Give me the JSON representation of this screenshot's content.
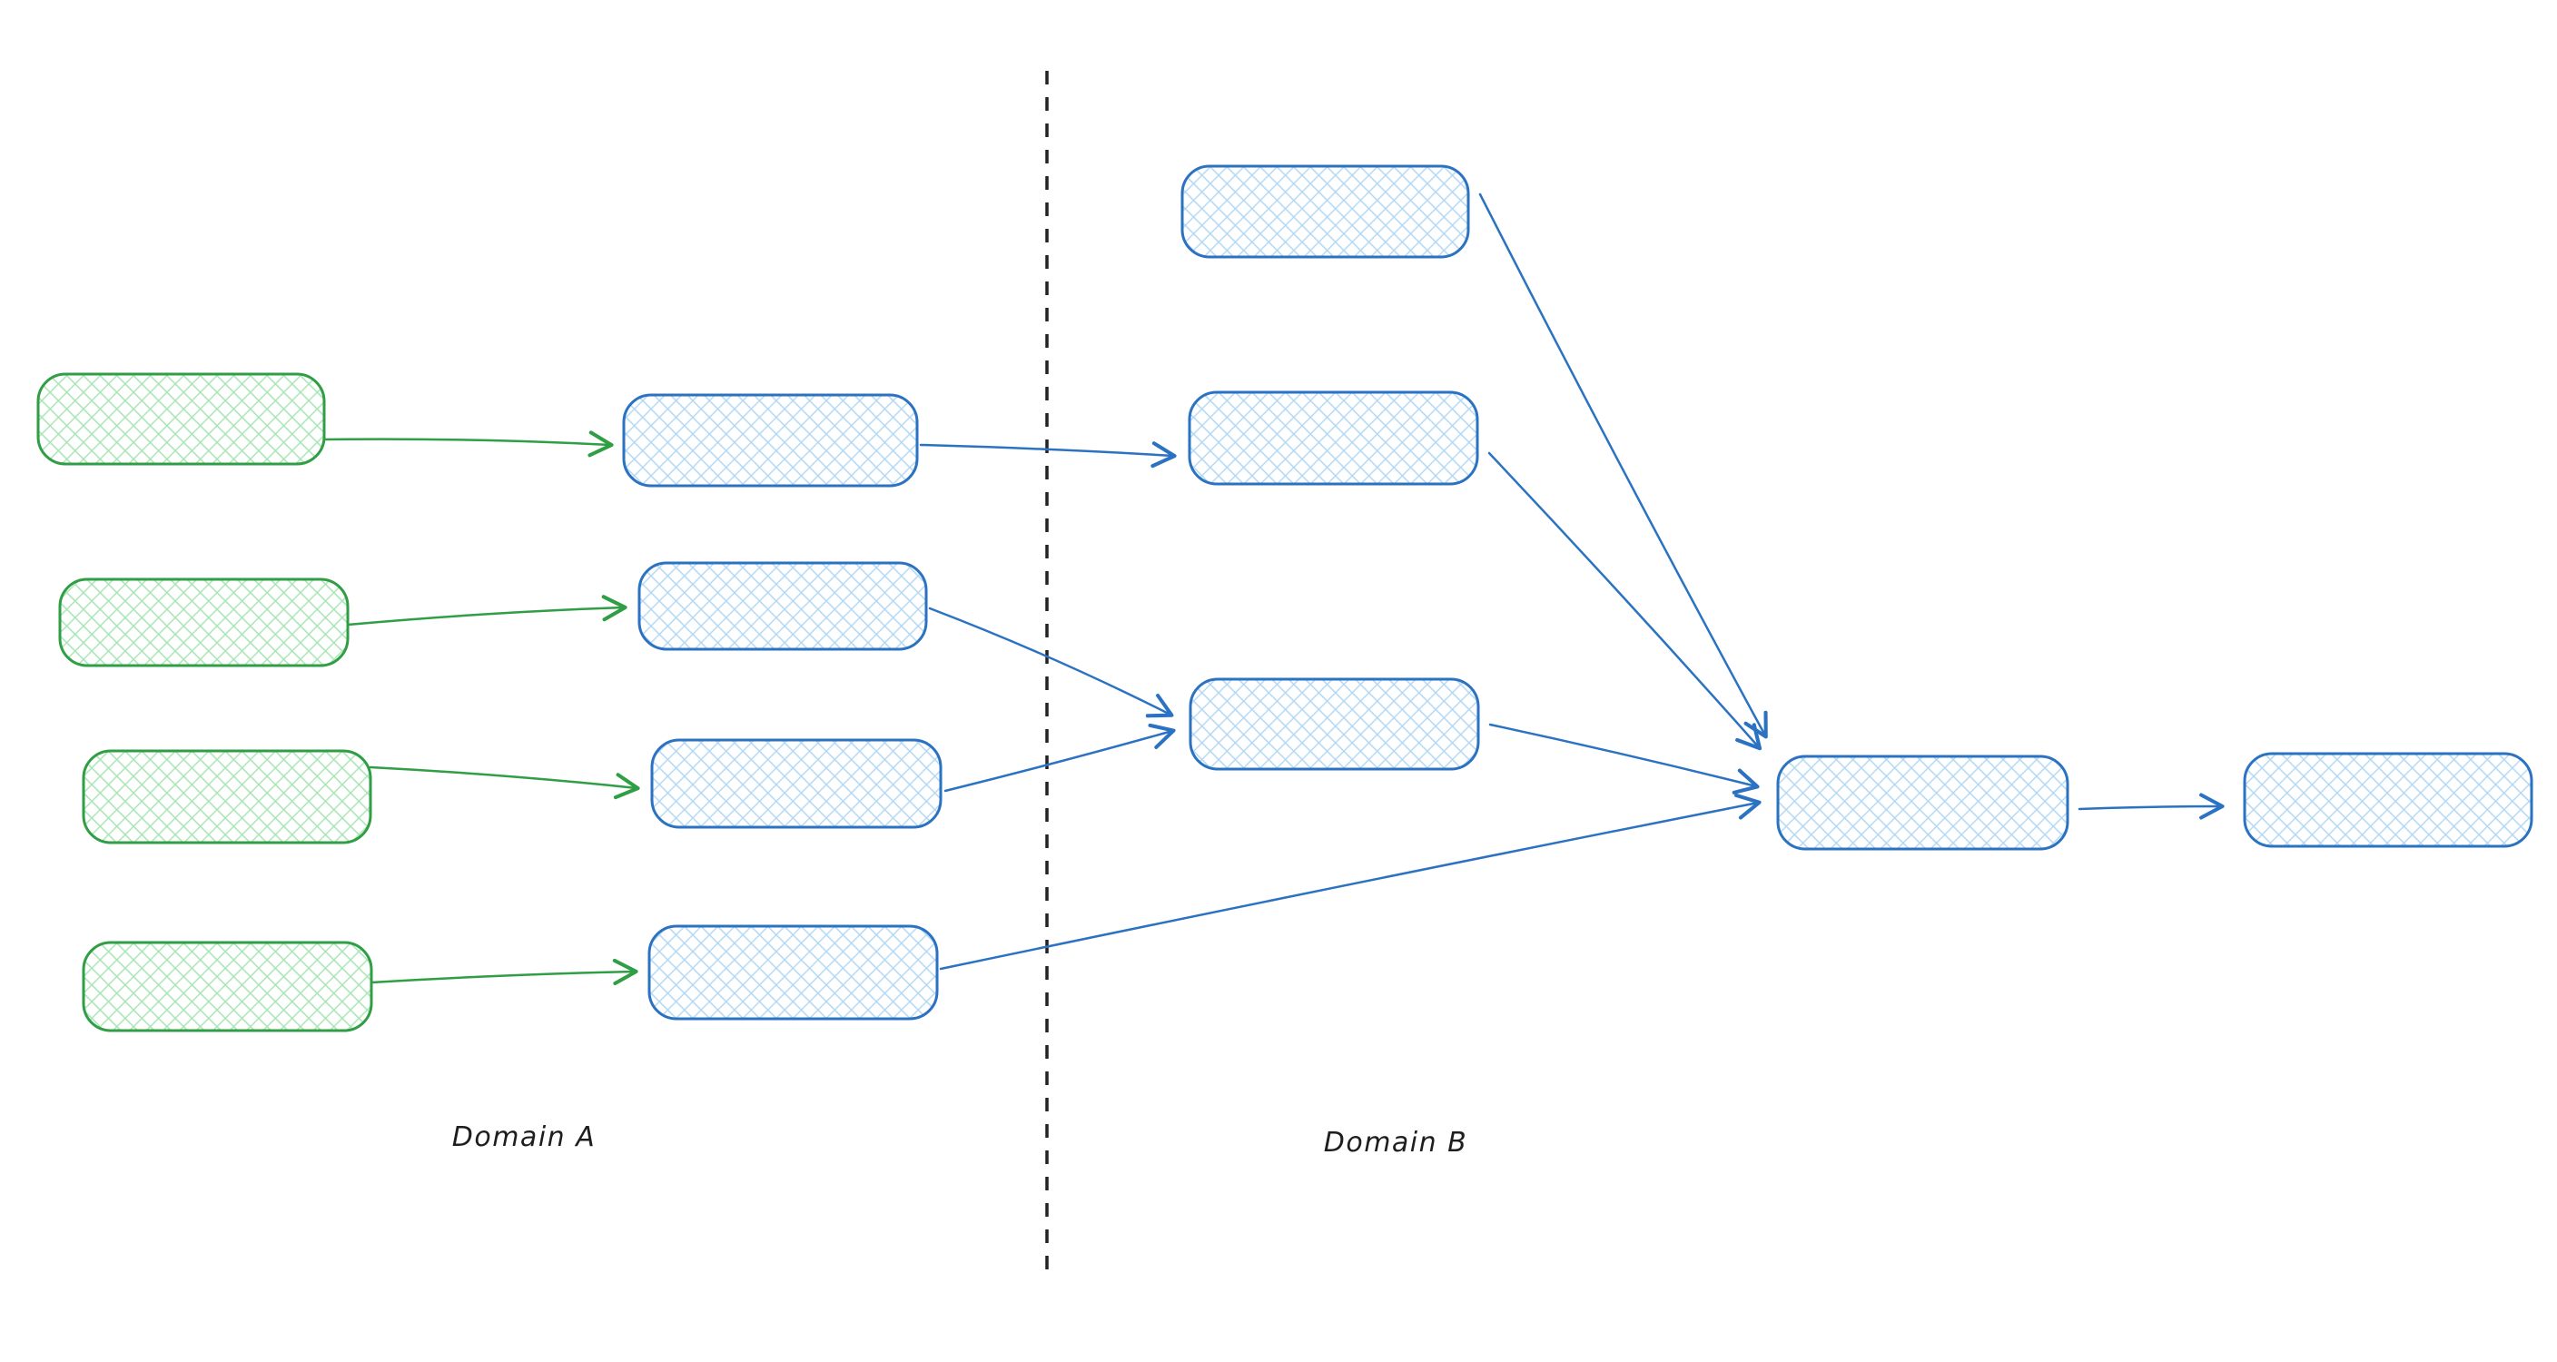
{
  "diagram": {
    "labels": {
      "domain_a": "Domain A",
      "domain_b": "Domain B"
    },
    "colors": {
      "background": "#ffffff",
      "green_stroke": "#2f9e44",
      "green_hatch": "#96dfa6",
      "blue_stroke": "#2b72c2",
      "blue_hatch": "#a9d3f2",
      "divider": "#222222",
      "label_text": "#1e1e1e"
    },
    "style": "hand-drawn sketch, cross-hatched rounded rectangles, open V arrowheads",
    "nodes": [
      {
        "id": "a-src-1",
        "domain": "A",
        "role": "source",
        "color": "green",
        "text": ""
      },
      {
        "id": "a-src-2",
        "domain": "A",
        "role": "source",
        "color": "green",
        "text": ""
      },
      {
        "id": "a-src-3",
        "domain": "A",
        "role": "source",
        "color": "green",
        "text": ""
      },
      {
        "id": "a-src-4",
        "domain": "A",
        "role": "source",
        "color": "green",
        "text": ""
      },
      {
        "id": "a-map-1",
        "domain": "A",
        "role": "intermediate",
        "color": "blue",
        "text": ""
      },
      {
        "id": "a-map-2",
        "domain": "A",
        "role": "intermediate",
        "color": "blue",
        "text": ""
      },
      {
        "id": "a-map-3",
        "domain": "A",
        "role": "intermediate",
        "color": "blue",
        "text": ""
      },
      {
        "id": "a-map-4",
        "domain": "A",
        "role": "intermediate",
        "color": "blue",
        "text": ""
      },
      {
        "id": "b-top",
        "domain": "B",
        "role": "input",
        "color": "blue",
        "text": ""
      },
      {
        "id": "b-mid",
        "domain": "B",
        "role": "input",
        "color": "blue",
        "text": ""
      },
      {
        "id": "b-low",
        "domain": "B",
        "role": "input",
        "color": "blue",
        "text": ""
      },
      {
        "id": "b-hub",
        "domain": "B",
        "role": "aggregator",
        "color": "blue",
        "text": ""
      },
      {
        "id": "b-out",
        "domain": "B",
        "role": "output",
        "color": "blue",
        "text": ""
      }
    ],
    "edges": [
      {
        "id": "a1-to-m1",
        "from": "a-src-1",
        "to": "a-map-1",
        "color": "green"
      },
      {
        "id": "a2-to-m2",
        "from": "a-src-2",
        "to": "a-map-2",
        "color": "green"
      },
      {
        "id": "a3-to-m3",
        "from": "a-src-3",
        "to": "a-map-3",
        "color": "green"
      },
      {
        "id": "a4-to-m4",
        "from": "a-src-4",
        "to": "a-map-4",
        "color": "green"
      },
      {
        "id": "m1-to-bmid",
        "from": "a-map-1",
        "to": "b-mid",
        "color": "blue"
      },
      {
        "id": "m2-to-blow",
        "from": "a-map-2",
        "to": "b-low",
        "color": "blue"
      },
      {
        "id": "m3-to-blow",
        "from": "a-map-3",
        "to": "b-low",
        "color": "blue"
      },
      {
        "id": "m4-to-hub",
        "from": "a-map-4",
        "to": "b-hub",
        "color": "blue"
      },
      {
        "id": "btop-to-hub",
        "from": "b-top",
        "to": "b-hub",
        "color": "blue"
      },
      {
        "id": "bmid-to-hub",
        "from": "b-mid",
        "to": "b-hub",
        "color": "blue"
      },
      {
        "id": "blow-to-hub",
        "from": "b-low",
        "to": "b-hub",
        "color": "blue"
      },
      {
        "id": "hub-to-out",
        "from": "b-hub",
        "to": "b-out",
        "color": "blue"
      }
    ]
  }
}
